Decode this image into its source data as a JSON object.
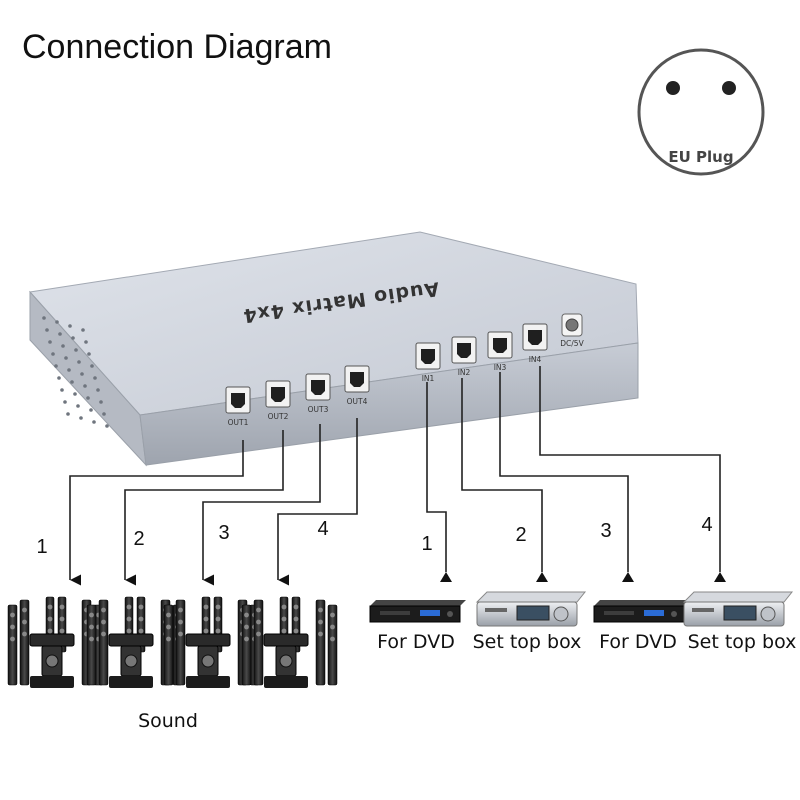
{
  "title": "Connection Diagram",
  "plug": {
    "label": "EU Plug"
  },
  "device": {
    "title": "Audio Matrix 4x4",
    "outputs": [
      "OUT1",
      "OUT2",
      "OUT3",
      "OUT4"
    ],
    "inputs": [
      "IN1",
      "IN2",
      "IN3",
      "IN4"
    ],
    "power": "DC/5V"
  },
  "output_numbers": [
    "1",
    "2",
    "3",
    "4"
  ],
  "input_numbers": [
    "1",
    "2",
    "3",
    "4"
  ],
  "sound_label": "Sound",
  "sources": [
    "For DVD",
    "Set top box",
    "For DVD",
    "Set top box"
  ],
  "colors": {
    "device_body": "#b9bfc9",
    "line": "#222222"
  }
}
